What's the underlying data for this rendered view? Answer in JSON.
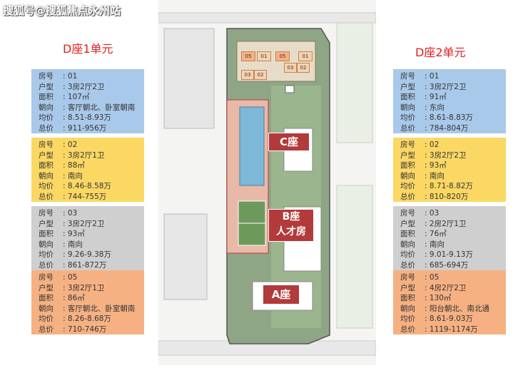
{
  "watermark": "搜狐号@搜狐焦点永州站",
  "left": {
    "title": "D座1单元",
    "cards": [
      {
        "color": "blue",
        "fields": [
          {
            "k": "房号",
            "v": "01"
          },
          {
            "k": "户型",
            "v": "3房2厅2卫"
          },
          {
            "k": "面积",
            "v": "107㎡"
          },
          {
            "k": "朝向",
            "v": "客厅朝北、卧室朝南"
          },
          {
            "k": "均价",
            "v": "8.51-8.93万"
          },
          {
            "k": "总价",
            "v": "911-956万"
          }
        ]
      },
      {
        "color": "yellow",
        "fields": [
          {
            "k": "房号",
            "v": "02"
          },
          {
            "k": "户型",
            "v": "3房2厅1卫"
          },
          {
            "k": "面积",
            "v": "88㎡"
          },
          {
            "k": "朝向",
            "v": "南向"
          },
          {
            "k": "均价",
            "v": "8.46-8.58万"
          },
          {
            "k": "总价",
            "v": "744-755万"
          }
        ]
      },
      {
        "color": "gray",
        "fields": [
          {
            "k": "房号",
            "v": "03"
          },
          {
            "k": "户型",
            "v": "3房2厅2卫"
          },
          {
            "k": "面积",
            "v": "93㎡"
          },
          {
            "k": "朝向",
            "v": "南向"
          },
          {
            "k": "均价",
            "v": "9.26-9.38万"
          },
          {
            "k": "总价",
            "v": "861-872万"
          }
        ]
      },
      {
        "color": "orange",
        "fields": [
          {
            "k": "房号",
            "v": "05"
          },
          {
            "k": "户型",
            "v": "3房2厅1卫"
          },
          {
            "k": "面积",
            "v": "86㎡"
          },
          {
            "k": "朝向",
            "v": "客厅朝北、卧室朝南"
          },
          {
            "k": "均价",
            "v": "8.26-8.68万"
          },
          {
            "k": "总价",
            "v": "710-746万"
          }
        ]
      }
    ]
  },
  "right": {
    "title": "D座2单元",
    "cards": [
      {
        "color": "blue",
        "fields": [
          {
            "k": "房号",
            "v": "01"
          },
          {
            "k": "户型",
            "v": "3房2厅2卫"
          },
          {
            "k": "面积",
            "v": "91㎡"
          },
          {
            "k": "朝向",
            "v": "东向"
          },
          {
            "k": "均价",
            "v": "8.61-8.83万"
          },
          {
            "k": "总价",
            "v": "784-804万"
          }
        ]
      },
      {
        "color": "yellow",
        "fields": [
          {
            "k": "房号",
            "v": "02"
          },
          {
            "k": "户型",
            "v": "3房2厅2卫"
          },
          {
            "k": "面积",
            "v": "93㎡"
          },
          {
            "k": "朝向",
            "v": "南向"
          },
          {
            "k": "均价",
            "v": "8.71-8.82万"
          },
          {
            "k": "总价",
            "v": "810-820万"
          }
        ]
      },
      {
        "color": "gray",
        "fields": [
          {
            "k": "房号",
            "v": "03"
          },
          {
            "k": "户型",
            "v": "2房2厅1卫"
          },
          {
            "k": "面积",
            "v": "76㎡"
          },
          {
            "k": "朝向",
            "v": "南向"
          },
          {
            "k": "均价",
            "v": "9.01-9.13万"
          },
          {
            "k": "总价",
            "v": "685-694万"
          }
        ]
      },
      {
        "color": "orange",
        "fields": [
          {
            "k": "房号",
            "v": "05"
          },
          {
            "k": "户型",
            "v": "4房2厅2卫"
          },
          {
            "k": "面积",
            "v": "130㎡"
          },
          {
            "k": "朝向",
            "v": "阳台朝北、南北通"
          },
          {
            "k": "均价",
            "v": "8.61-9.03万"
          },
          {
            "k": "总价",
            "v": "1119-1174万"
          }
        ]
      }
    ]
  },
  "map": {
    "buildings": {
      "c": "C座",
      "b_line1": "B座",
      "b_line2": "人才房",
      "a": "A座"
    },
    "unit_boxes": [
      "05",
      "01",
      "05",
      "01",
      "03",
      "02",
      "03",
      "02"
    ],
    "colors": {
      "site": "#8fa686",
      "road": "#e8e8e8",
      "accent": "#b23a3a"
    }
  }
}
